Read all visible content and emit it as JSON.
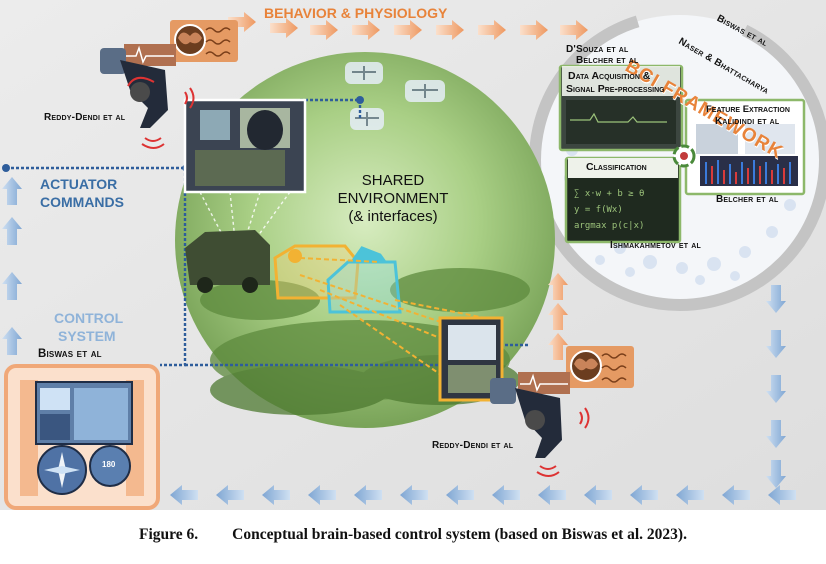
{
  "labels": {
    "behavior_physiology": "BEHAVIOR & PHYSIOLOGY",
    "bci_framework": "BCI FRAMEWORK",
    "biswas_top": "Biswas et al",
    "naser_bhattacharya": "Naser & Bhattacharya",
    "dsouza": "D'Souza et al",
    "belcher_top": "Belcher et al",
    "data_acq_line1": "Data Acquisition &",
    "data_acq_line2": "Signal Pre-processing",
    "feature_extraction": "Feature Extraction",
    "kalidindi": "Kalidindi et al",
    "classification": "Classification",
    "belcher_bottom": "Belcher et al",
    "ishmakahmetov": "Ishmakahmetov et al",
    "shared_env_line1": "SHARED",
    "shared_env_line2": "ENVIRONMENT",
    "shared_env_line3": "(& interfaces)",
    "actuator_line1": "ACTUATOR",
    "actuator_line2": "COMMANDS",
    "control_line1": "CONTROL",
    "control_line2": "SYSTEM",
    "biswas_left": "Biswas et al",
    "reddy_top": "Reddy-Dendi et al",
    "reddy_bottom": "Reddy-Dendi et al",
    "speed_readout": "180"
  },
  "caption": {
    "number": "Figure 6.",
    "text": "Conceptual brain-based control system (based on Biswas et al. 2023)."
  },
  "colors": {
    "orange": "#e8833a",
    "blue": "#3a6ea5",
    "arrow_blue": "#8fb3d9",
    "arrow_orange": "#f0a878",
    "green": "#8db86a",
    "gray_ring": "#b8b8b8",
    "yellow": "#f2b233",
    "cyan": "#4cc3d9"
  }
}
